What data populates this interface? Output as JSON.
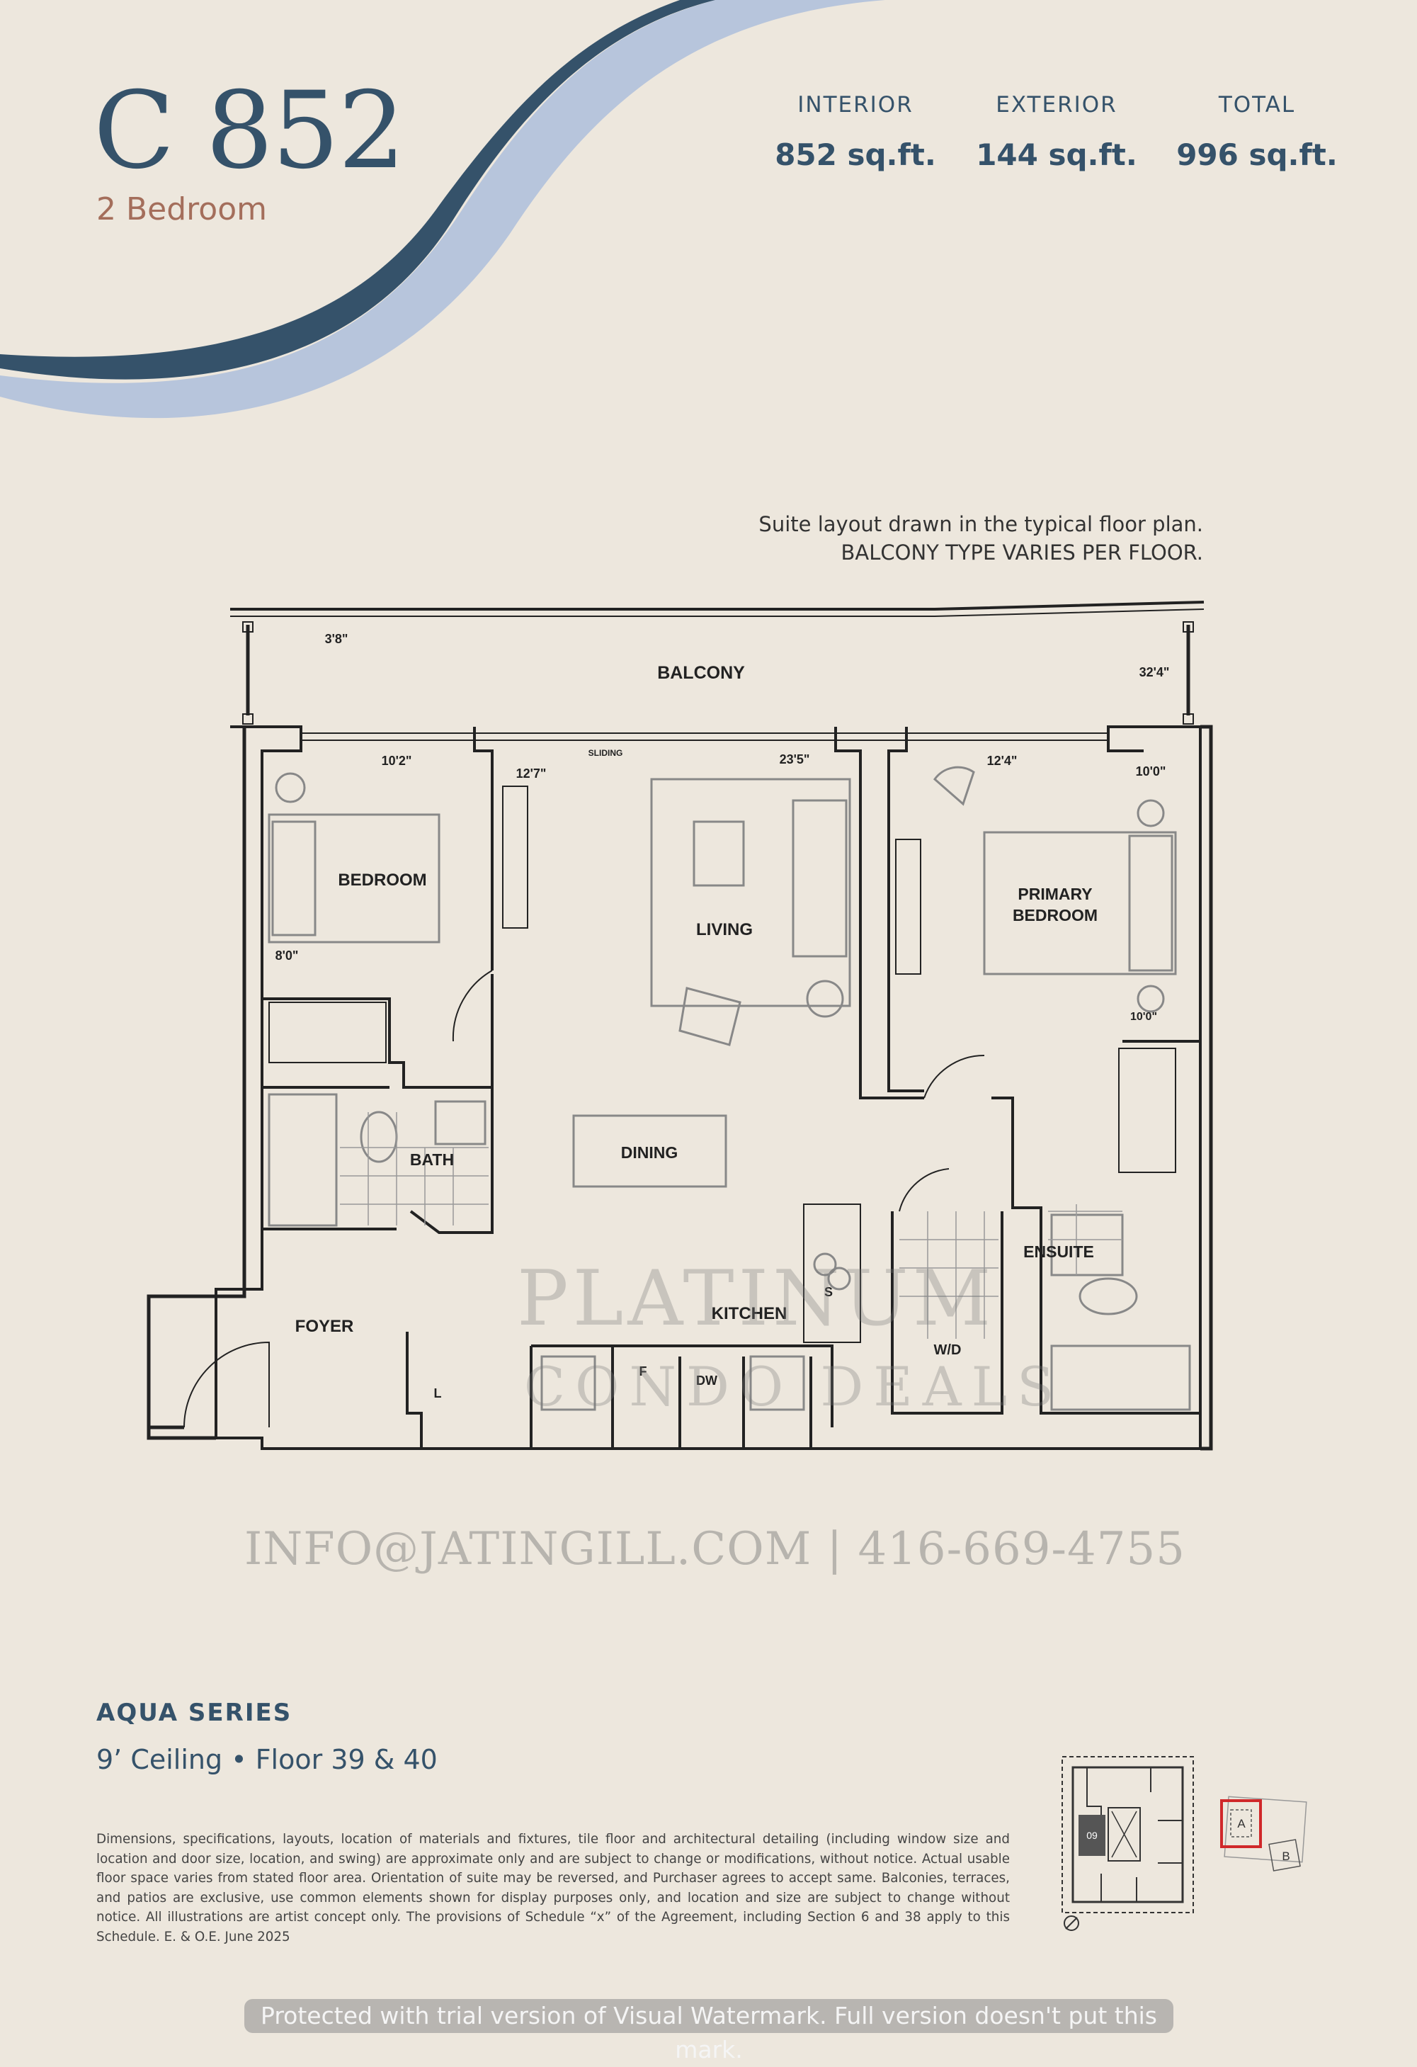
{
  "suite": {
    "code": "C 852",
    "type": "2 Bedroom"
  },
  "areas": [
    {
      "label": "INTERIOR",
      "value": "852 sq.ft."
    },
    {
      "label": "EXTERIOR",
      "value": "144 sq.ft."
    },
    {
      "label": "TOTAL",
      "value": "996 sq.ft."
    }
  ],
  "layout_note": {
    "line1": "Suite layout drawn in the typical floor plan.",
    "line2": "BALCONY TYPE VARIES PER FLOOR."
  },
  "plan": {
    "rooms": {
      "balcony": "BALCONY",
      "bedroom": "BEDROOM",
      "living": "LIVING",
      "primary_1": "PRIMARY",
      "primary_2": "BEDROOM",
      "bath": "BATH",
      "dining": "DINING",
      "ensuite": "ENSUITE",
      "foyer": "FOYER",
      "kitchen": "KITCHEN",
      "wd": "W/D"
    },
    "dimensions": {
      "balcony_depth": "3'8\"",
      "balcony_width": "32'4\"",
      "bedroom_width": "10'2\"",
      "bedroom_depth": "8'0\"",
      "living_depth": "12'7\"",
      "living_width": "23'5\"",
      "primary_width": "12'4\"",
      "primary_depth_1": "10'0\"",
      "primary_depth_2": "10'0\""
    },
    "labels": {
      "sliding": "SLIDING",
      "linen": "L",
      "fridge": "F",
      "dishwasher": "DW",
      "stove": "S"
    }
  },
  "watermark": {
    "brand_line1": "PLATINUM",
    "brand_line2": "CONDO DEALS",
    "contact": "INFO@JATINGILL.COM | 416-669-4755"
  },
  "series": "AQUA SERIES",
  "ceiling_floor": "9’ Ceiling • Floor 39 & 40",
  "disclaimer": "Dimensions, specifications, layouts, location of materials and fixtures, tile floor and architectural detailing (including window size and location and door size, location, and swing) are approximate only and are subject to change or modifications, without notice. Actual usable floor space varies from stated floor area. Orientation of suite may be reversed, and Purchaser agrees to accept same. Balconies, terraces, and patios are exclusive, use common elements shown for display purposes only, and location and size are subject to change without notice. All illustrations are artist concept only. The provisions of Schedule “x” of the Agreement, including Section 6 and 38 apply to this Schedule. E. & O.E. June 2025",
  "keyplan": {
    "unit": "09",
    "tower_a": "A",
    "tower_b": "B"
  },
  "trial_banner": "Protected with trial version of Visual Watermark. Full version doesn't put this mark.",
  "colors": {
    "navy": "#35526a",
    "light_blue": "#b7c5dc",
    "terracotta": "#a46e5b",
    "background": "#ede7dd",
    "key_highlight": "#d0282a"
  }
}
